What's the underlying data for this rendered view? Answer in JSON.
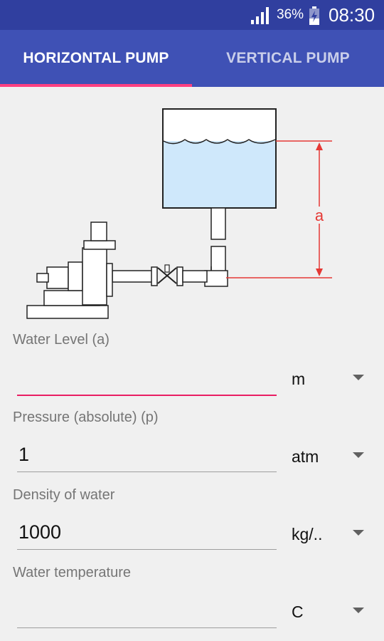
{
  "status": {
    "battery": "36%",
    "time": "08:30"
  },
  "tabs": [
    {
      "label": "HORIZONTAL PUMP",
      "active": true
    },
    {
      "label": "VERTICAL PUMP",
      "active": false
    }
  ],
  "diagram": {
    "dimension_label": "a"
  },
  "form": {
    "water_level": {
      "label": "Water Level (a)",
      "value": "",
      "unit": "m"
    },
    "pressure": {
      "label": "Pressure (absolute) (p)",
      "value": "1",
      "unit": "atm"
    },
    "density": {
      "label": "Density of water",
      "value": "1000",
      "unit": "kg/.."
    },
    "temperature": {
      "label": "Water temperature",
      "value": "",
      "unit": "C"
    }
  },
  "colors": {
    "statusbar": "#303f9f",
    "toolbar": "#3f51b5",
    "accent": "#ff4081",
    "dimension": "#e53935",
    "water": "#cfe8fb"
  }
}
